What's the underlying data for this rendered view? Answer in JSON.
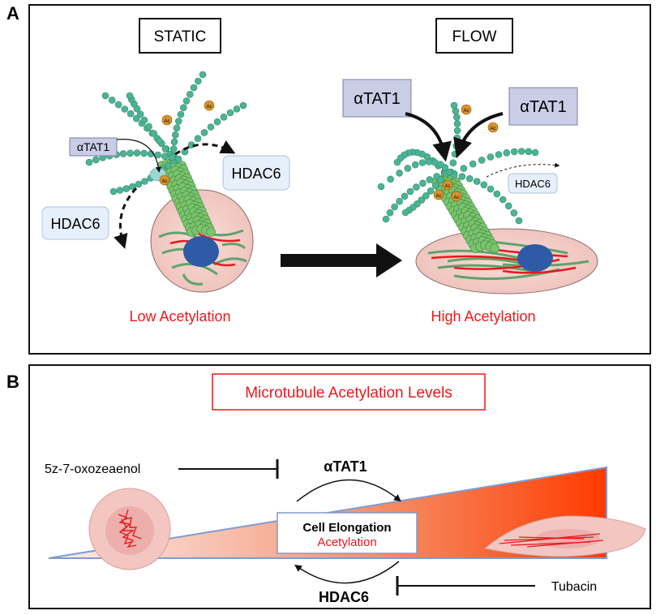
{
  "panel_a": {
    "letter": "A",
    "static_label": "STATIC",
    "flow_label": "FLOW",
    "static": {
      "enzyme_atat1": "αTAT1",
      "enzyme_hdac6_right": "HDAC6",
      "enzyme_hdac6_left": "HDAC6",
      "outcome": "Low Acetylation"
    },
    "flow": {
      "enzyme_atat1_left": "αTAT1",
      "enzyme_atat1_right": "αTAT1",
      "enzyme_hdac6": "HDAC6",
      "outcome": "High Acetylation"
    },
    "acetyl_mark": "Ac"
  },
  "panel_b": {
    "letter": "B",
    "title": "Microtubule Acetylation Levels",
    "inhibitor_left": "5z-7-oxozeaenol",
    "enzyme_top": "αTAT1",
    "enzyme_bottom": "HDAC6",
    "inhibitor_right": "Tubacin",
    "center_title": "Cell Elongation",
    "center_subtitle": "Acetylation"
  },
  "colors": {
    "accent_red": "#e8191c",
    "enzyme_box_fill": "#c9cde6",
    "hdac_box_fill": "#e6f0fa",
    "cell_fill": "#f6d3cf",
    "nucleus": "#2e5aa6",
    "gradient_end": "#ff3b00"
  }
}
